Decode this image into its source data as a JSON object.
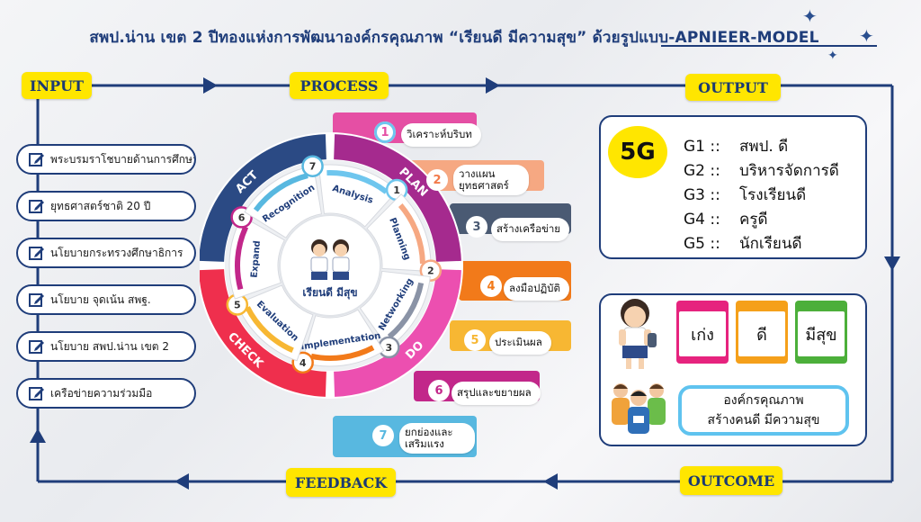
{
  "title": "สพป.น่าน เขต 2 ปีทองแห่งการพัฒนาองค์กรคุณภาพ “เรียนดี มีความสุข” ด้วยรูปแบบ-APNIEER-MODEL",
  "labels": {
    "input": "INPUT",
    "process": "PROCESS",
    "output": "OUTPUT",
    "outcome": "OUTCOME",
    "feedback": "FEEDBACK"
  },
  "inputs": [
    "พระบรมราโชบายด้านการศึกษา",
    "ยุทธศาสตร์ชาติ 20 ปี",
    "นโยบายกระทรวงศึกษาธิการ",
    "นโยบาย จุดเน้น สพฐ.",
    "นโยบาย สพป.น่าน เขต 2",
    "เครือข่ายความร่วมมือ"
  ],
  "cycle": {
    "center": "เรียนดี มีสุข",
    "phases": [
      "PLAN",
      "DO",
      "CHECK",
      "ACT"
    ],
    "stages": [
      {
        "num": "1",
        "label": "Analysis"
      },
      {
        "num": "2",
        "label": "Planning"
      },
      {
        "num": "3",
        "label": "Networking"
      },
      {
        "num": "4",
        "label": "Implementation"
      },
      {
        "num": "5",
        "label": "Evaluation"
      },
      {
        "num": "6",
        "label": "Expand"
      },
      {
        "num": "7",
        "label": "Recognition"
      }
    ]
  },
  "steps": [
    {
      "num": "1",
      "text": "วิเคราะห์บริบท",
      "color": "#e54fa4"
    },
    {
      "num": "2",
      "text": "วางแผนยุทธศาสตร์",
      "color": "#f6a882"
    },
    {
      "num": "3",
      "text": "สร้างเครือข่าย",
      "color": "#4a5a73"
    },
    {
      "num": "4",
      "text": "ลงมือปฏิบัติ",
      "color": "#f27a1a"
    },
    {
      "num": "5",
      "text": "ประเมินผล",
      "color": "#f7b733"
    },
    {
      "num": "6",
      "text": "สรุปและขยายผล",
      "color": "#c2278a"
    },
    {
      "num": "7",
      "text": "ยกย่องและเสริมแรง",
      "color": "#58b8e0"
    }
  ],
  "output": {
    "badge": "5G",
    "goals": [
      {
        "code": "G1 ::",
        "text": "สพป. ดี"
      },
      {
        "code": "G2 ::",
        "text": "บริหารจัดการดี"
      },
      {
        "code": "G3 ::",
        "text": "โรงเรียนดี"
      },
      {
        "code": "G4 ::",
        "text": "ครูดี"
      },
      {
        "code": "G5 ::",
        "text": "นักเรียนดี"
      }
    ]
  },
  "outcome": {
    "tags": [
      {
        "text": "เก่ง",
        "color": "#e6237e"
      },
      {
        "text": "ดี",
        "color": "#f5a01a"
      },
      {
        "text": "มีสุข",
        "color": "#4caf3a"
      }
    ],
    "org_line1": "องค์กรคุณภาพ",
    "org_line2": "สร้างคนดี มีความสุข"
  },
  "colors": {
    "navy": "#1f3d7a",
    "yellow": "#ffe600",
    "plan": "#a52a8e",
    "do": "#ec4fb0",
    "check": "#ef2f4d",
    "act": "#2b4a84"
  }
}
